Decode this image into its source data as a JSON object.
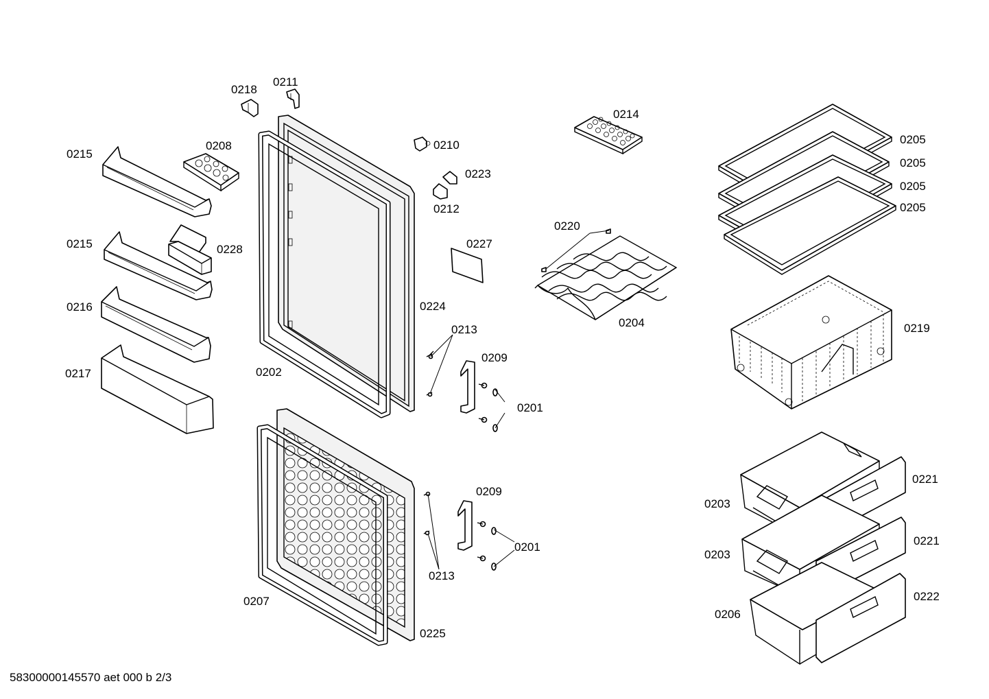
{
  "document_id": "58300000145570 aet 000 b 2/3",
  "labels": {
    "p0218": "0218",
    "p0211": "0211",
    "p0214": "0214",
    "p0215a": "0215",
    "p0208": "0208",
    "p0210": "0210",
    "p0205a": "0205",
    "p0205b": "0205",
    "p0205c": "0205",
    "p0205d": "0205",
    "p0223": "0223",
    "p0212": "0212",
    "p0215b": "0215",
    "p0228": "0228",
    "p0220": "0220",
    "p0227": "0227",
    "p0216": "0216",
    "p0224": "0224",
    "p0204": "0204",
    "p0219": "0219",
    "p0213a": "0213",
    "p0209a": "0209",
    "p0217": "0217",
    "p0202": "0202",
    "p0201a": "0201",
    "p0221a": "0221",
    "p0209b": "0209",
    "p0203a": "0203",
    "p0221b": "0221",
    "p0201b": "0201",
    "p0203b": "0203",
    "p0213b": "0213",
    "p0222": "0222",
    "p0207": "0207",
    "p0206": "0206",
    "p0225": "0225"
  }
}
